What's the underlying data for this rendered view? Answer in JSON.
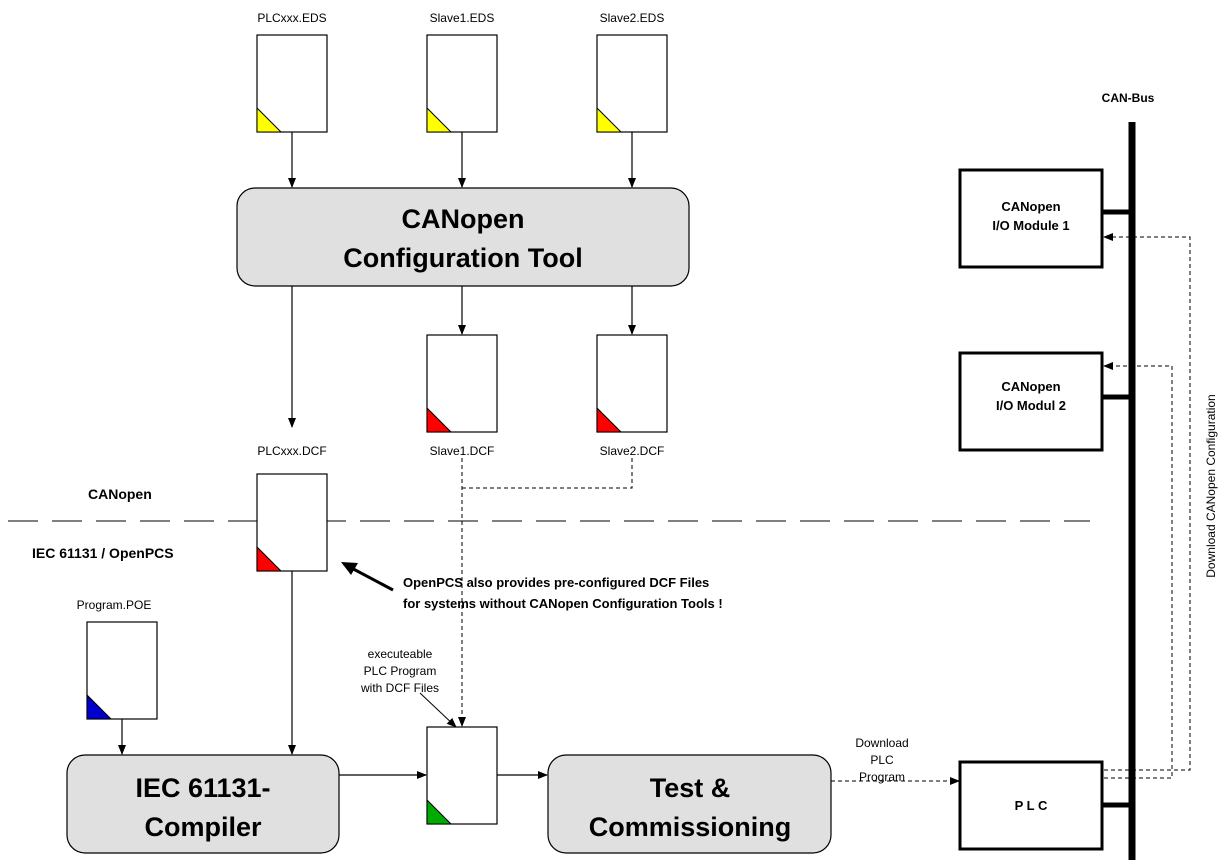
{
  "files": {
    "plc_eds": "PLCxxx.EDS",
    "slave1_eds": "Slave1.EDS",
    "slave2_eds": "Slave2.EDS",
    "plc_dcf": "PLCxxx.DCF",
    "slave1_dcf": "Slave1.DCF",
    "slave2_dcf": "Slave2.DCF",
    "program_poe": "Program.POE"
  },
  "boxes": {
    "config_tool_line1": "CANopen",
    "config_tool_line2": "Configuration Tool",
    "compiler_line1": "IEC 61131-",
    "compiler_line2": "Compiler",
    "test_line1": "Test &",
    "test_line2": "Commissioning",
    "io1_line1": "CANopen",
    "io1_line2": "I/O Module 1",
    "io2_line1": "CANopen",
    "io2_line2": "I/O Modul 2",
    "plc": "P L C"
  },
  "labels": {
    "can_bus": "CAN-Bus",
    "canopen_zone": "CANopen",
    "iec_zone": "IEC 61131 / OpenPCS",
    "note_line1": "OpenPCS also provides pre-configured DCF Files",
    "note_line2": "for systems without CANopen Configuration Tools !",
    "exec_line1": "executeable",
    "exec_line2": "PLC Program",
    "exec_line3": "with DCF Files",
    "download_plc_line1": "Download",
    "download_plc_line2": "PLC",
    "download_plc_line3": "Program",
    "download_config": "Download CANopen Configuration"
  },
  "colors": {
    "eds_corner": "#ffff00",
    "dcf_corner": "#ff0000",
    "poe_corner": "#0000cc",
    "exec_corner": "#00aa00",
    "box_fill": "#e0e0e0"
  }
}
